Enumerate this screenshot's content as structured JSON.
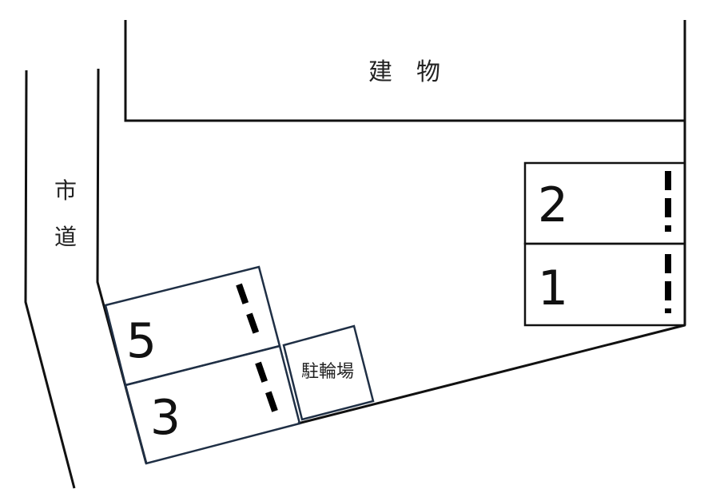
{
  "building_label": "建　物",
  "road_label_chars": [
    "市",
    "道"
  ],
  "bicycle_parking_label": "駐輪場",
  "parking_spaces": [
    {
      "number": "2"
    },
    {
      "number": "1"
    },
    {
      "number": "5"
    },
    {
      "number": "3"
    }
  ],
  "colors": {
    "line": "#111111",
    "stall_outline": "#1f2f45",
    "dash": "#000000"
  }
}
